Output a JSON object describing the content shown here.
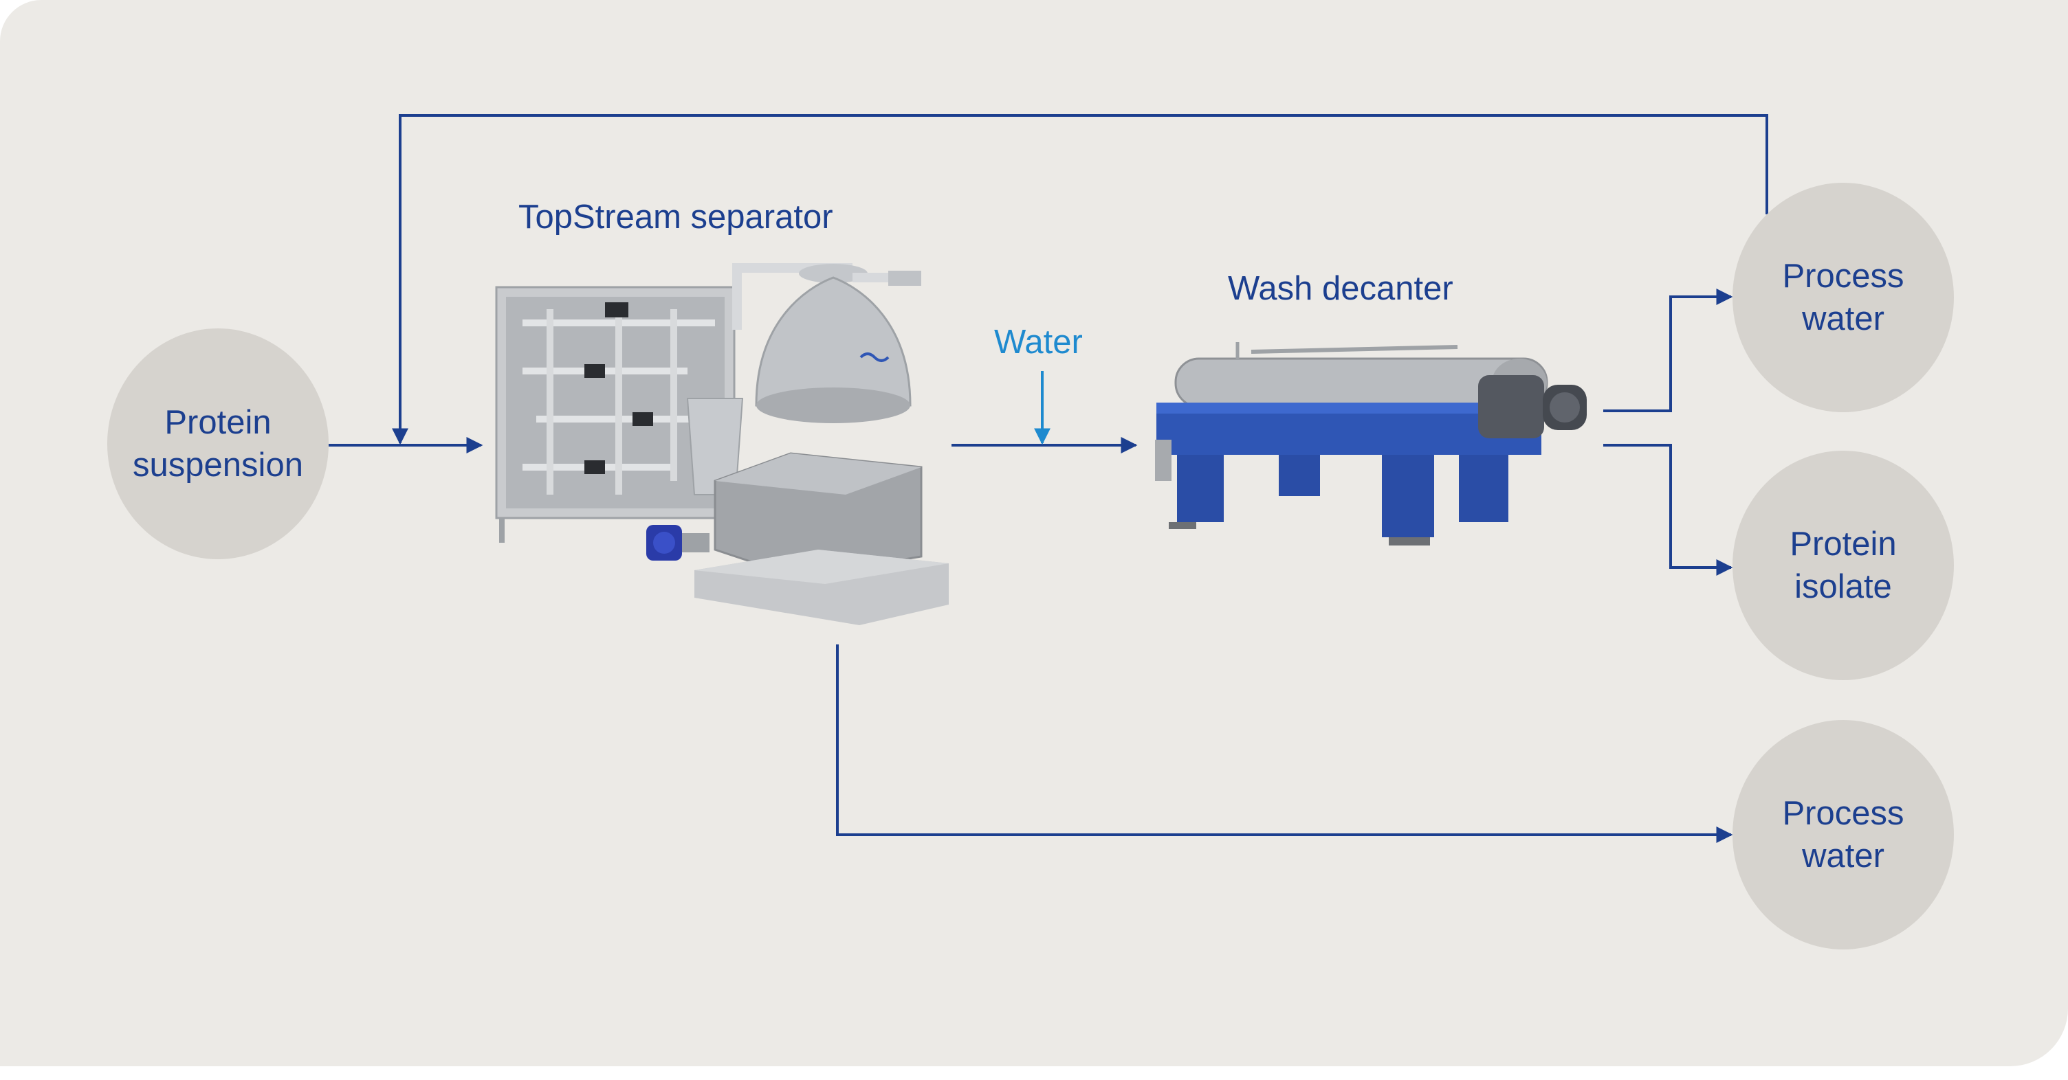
{
  "colors": {
    "background": "#ECEAE6",
    "node_fill": "#D6D3CE",
    "flow_line": "#1C3F8F",
    "water_line": "#1E8ACF",
    "text": "#1C3F8F",
    "decanter_blue": "#2F56B5",
    "steel": "#B8BBBF"
  },
  "nodes": {
    "protein_suspension": "Protein\nsuspension",
    "process_water_top": "Process\nwater",
    "protein_isolate": "Protein\nisolate",
    "process_water_bottom": "Process\nwater"
  },
  "labels": {
    "separator": "TopStream separator",
    "decanter": "Wash decanter",
    "water": "Water"
  },
  "icons": {
    "separator": "topstream-separator-illustration",
    "decanter": "wash-decanter-illustration"
  }
}
